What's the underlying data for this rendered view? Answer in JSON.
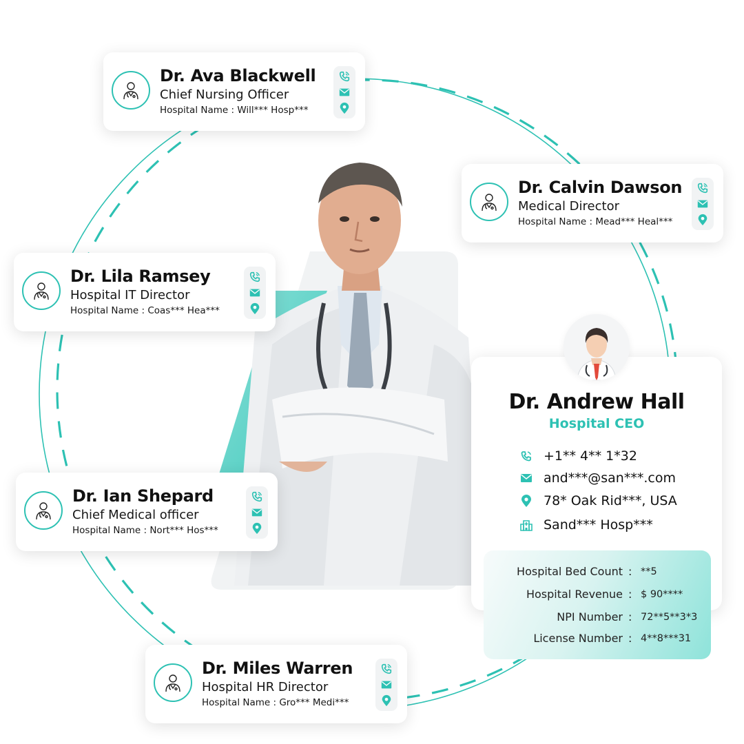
{
  "accent_color": "#2dc1b3",
  "contacts": [
    {
      "name": "Dr. Ava Blackwell",
      "title": "Chief Nursing Officer",
      "hospital": "Hospital Name : Will*** Hosp***"
    },
    {
      "name": "Dr. Calvin Dawson",
      "title": "Medical Director",
      "hospital": "Hospital Name : Mead*** Heal***"
    },
    {
      "name": "Dr. Lila Ramsey",
      "title": "Hospital IT Director",
      "hospital": "Hospital Name : Coas*** Hea***"
    },
    {
      "name": "Dr. Ian Shepard",
      "title": "Chief Medical officer",
      "hospital": "Hospital Name : Nort*** Hos***"
    },
    {
      "name": "Dr. Miles Warren",
      "title": "Hospital HR Director",
      "hospital": "Hospital Name : Gro*** Medi***"
    }
  ],
  "contact_icons": [
    "phone-icon",
    "email-icon",
    "location-icon"
  ],
  "profile": {
    "name": "Dr. Andrew Hall",
    "role": "Hospital CEO",
    "phone": "+1** 4** 1*32",
    "email": "and***@san***.com",
    "address": "78* Oak Rid***, USA",
    "hospital": "Sand*** Hosp***",
    "stats": [
      {
        "label": "Hospital Bed Count",
        "value": "**5"
      },
      {
        "label": "Hospital Revenue",
        "value": "$ 90****"
      },
      {
        "label": "NPI Number",
        "value": "72**5**3*3"
      },
      {
        "label": "License Number",
        "value": "4**8***31"
      }
    ]
  }
}
